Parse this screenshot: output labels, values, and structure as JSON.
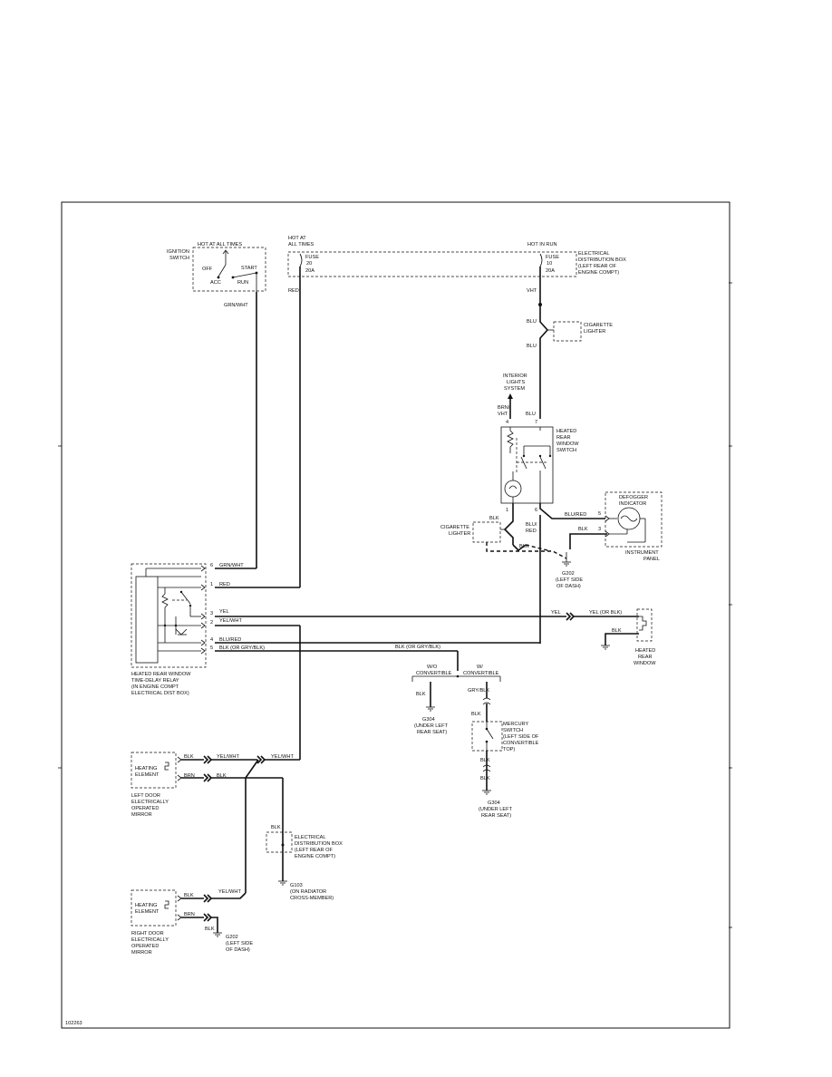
{
  "labels": {
    "ign_hot": "HOT AT ALL TIMES",
    "ign_name_1": "IGNITION",
    "ign_name_2": "SWITCH",
    "ign_off": "OFF",
    "ign_acc": "ACC",
    "ign_start": "START",
    "ign_run": "RUN",
    "grn_wht_top": "GRN/WHT",
    "hot_at_1": "HOT AT",
    "hot_at_2": "ALL TIMES",
    "fuse_left_1": "FUSE",
    "fuse_left_2": "20",
    "fuse_left_3": "20A",
    "red_top": "RED",
    "hot_run": "HOT IN RUN",
    "edb_1": "ELECTRICAL",
    "edb_2": "DISTRIBUTION BOX",
    "edb_3": "(LEFT REAR OF",
    "edb_4": "ENGINE COMPT)",
    "fuse_right_1": "FUSE",
    "fuse_right_2": "10",
    "fuse_right_3": "20A",
    "vht": "VHT",
    "blu_1": "BLU",
    "cig_top_1": "CIGARETTE",
    "cig_top_2": "LIGHTER",
    "blu_2": "BLU",
    "interior_1": "INTERIOR",
    "interior_2": "LIGHTS",
    "interior_3": "SYSTEM",
    "brn_wht_1": "BRN/",
    "brn_wht_2": "VHT",
    "blu_3": "BLU",
    "pin_4_top": "4",
    "pin_7_top": "7",
    "hrws_1": "HEATED",
    "hrws_2": "REAR",
    "hrws_3": "WINDOW",
    "hrws_4": "SWITCH",
    "pin_1_sw": "1",
    "pin_6_sw": "6",
    "blk_sw": "BLK",
    "blu_red_sw_1": "BLU/",
    "blu_red_sw_2": "RED",
    "cig_mid_1": "CIGARETTE",
    "cig_mid_2": "LIGHTER",
    "blk_cig": "BLK",
    "blu_red_ind": "BLU/RED",
    "blk_ind": "BLK",
    "pin_5_ind": "5",
    "pin_3_ind": "3",
    "defog_1": "DEFOGGER",
    "defog_2": "INDICATOR",
    "instrument_1": "INSTRUMENT",
    "instrument_2": "PANEL",
    "g202_1": "G202",
    "g202_2": "(LEFT SIDE",
    "g202_3": "OF DASH)",
    "relay_grn_wht": "GRN/WHT",
    "relay_red": "RED",
    "relay_yel": "YEL",
    "relay_yel_wht": "YEL/WHT",
    "relay_blu_red": "BLU/RED",
    "relay_blk_gry": "BLK (OR GRY/BLK)",
    "pin_6": "6",
    "pin_1": "1",
    "pin_3": "3",
    "pin_2": "2",
    "pin_4": "4",
    "pin_5": "5",
    "relay_1": "HEATED REAR WINDOW",
    "relay_2": "TIME-DELAY RELAY",
    "relay_3": "(IN ENGINE COMPT",
    "relay_4": "ELECTRICAL DIST BOX)",
    "yel_right": "YEL",
    "yel_or_blk": "YEL (OR BLK)",
    "blk_hrw": "BLK",
    "hrw_1": "HEATED",
    "hrw_2": "REAR",
    "hrw_3": "WINDOW",
    "blk_or_gry": "BLK (OR GRY/BLK)",
    "wo_conv_1": "W/O",
    "wo_conv_2": "CONVERTIBLE",
    "w_conv_1": "W/",
    "w_conv_2": "CONVERTIBLE",
    "blk_g304a": "BLK",
    "g304a_1": "G304",
    "g304a_2": "(UNDER LEFT",
    "g304a_3": "REAR SEAT)",
    "gry_blk": "GRY/BLK",
    "blk_merc_top": "BLK",
    "merc_1": "MERCURY",
    "merc_2": "SWITCH",
    "merc_3": "(LEFT SIDE OF",
    "merc_4": "CONVERTIBLE",
    "merc_5": "TOP)",
    "blk_merc_b1": "BLK",
    "blk_merc_b2": "BLK",
    "g304b_1": "G304",
    "g304b_2": "(UNDER LEFT",
    "g304b_3": "REAR SEAT)",
    "lm_blk": "BLK",
    "lm_yel_wht_1": "YEL/WHT",
    "lm_yel_wht_2": "YEL/WHT",
    "lm_brn": "BRN",
    "lm_blk2": "BLK",
    "heating_1a": "HEATING",
    "heating_1b": "ELEMENT",
    "ldm_1": "LEFT DOOR",
    "ldm_2": "ELECTRICALLY",
    "ldm_3": "OPERATED",
    "ldm_4": "MIRROR",
    "blk_edb2": "BLK",
    "edb2_1": "ELECTRICAL",
    "edb2_2": "DISTRIBUTION BOX",
    "edb2_3": "(LEFT REAR OF",
    "edb2_4": "ENGINE COMPT)",
    "g103_1": "G103",
    "g103_2": "(ON RADIATOR",
    "g103_3": "CROSS-MEMBER)",
    "rm_blk": "BLK",
    "rm_yel_wht": "YEL/WHT",
    "rm_brn": "BRN",
    "rm_blk2": "BLK",
    "heating_2a": "HEATING",
    "heating_2b": "ELEMENT",
    "rdm_1": "RIGHT DOOR",
    "rdm_2": "ELECTRICALLY",
    "rdm_3": "OPERATED",
    "rdm_4": "MIRROR",
    "g202b_1": "G202",
    "g202b_2": "(LEFT SIDE",
    "g202b_3": "OF DASH)",
    "figure_id": "102263"
  }
}
